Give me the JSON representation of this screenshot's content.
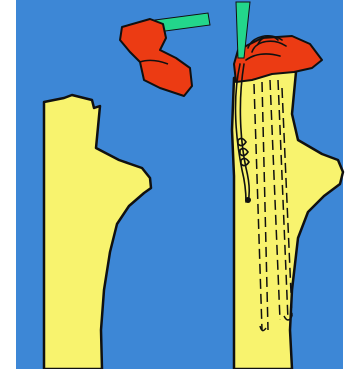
{
  "diagram": {
    "colors": {
      "background": "#3d87d6",
      "bone": "#f8f36e",
      "fragment": "#ec3b13",
      "tool": "#23d68b",
      "outline": "#101010",
      "page": "#ffffff"
    },
    "panels": [
      {
        "id": "before",
        "elements": [
          "proximal-femur-bone",
          "detached-greater-trochanter",
          "green-instrument"
        ]
      },
      {
        "id": "after",
        "elements": [
          "fixed-femur-bone",
          "reattached-greater-trochanter",
          "green-guide-wire",
          "cerclage-wires"
        ]
      }
    ]
  }
}
